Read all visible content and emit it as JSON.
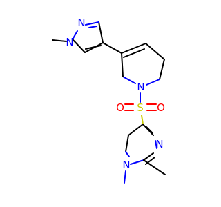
{
  "molecule": {
    "atoms": {
      "n_pyrazole_1": "N",
      "n_pyrazole_2": "N",
      "n_piperidine": "N",
      "s_sulfonyl": "S",
      "o_left": "O",
      "o_right": "O",
      "n_imidazole_top": "N",
      "n_imidazole_bottom": "N"
    }
  },
  "colors": {
    "carbon_bond": "#000000",
    "nitrogen": "#0000ff",
    "sulfur": "#cccc00",
    "oxygen": "#ff0000",
    "background": "#ffffff"
  }
}
